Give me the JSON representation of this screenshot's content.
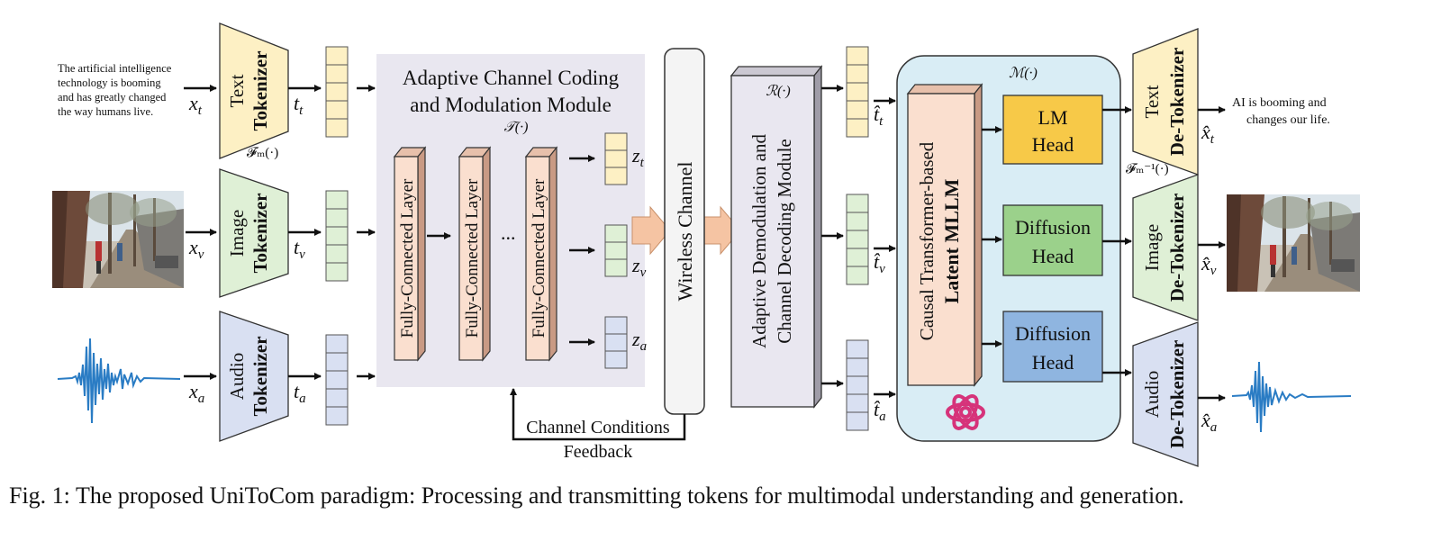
{
  "input_text": {
    "line1": "The artificial intelligence",
    "line2": "technology is booming",
    "line3": "and has greatly changed",
    "line4": "the way humans live."
  },
  "output_text": {
    "line1": "AI is booming and",
    "line2": "changes our life."
  },
  "tokenizers": {
    "text": {
      "top": "Text",
      "bottom": "Tokenizer"
    },
    "image": {
      "top": "Image",
      "bottom": "Tokenizer"
    },
    "audio": {
      "top": "Audio",
      "bottom": "Tokenizer"
    },
    "func": "𝓕ₘ(·)"
  },
  "detokenizers": {
    "text": {
      "top": "Text",
      "bottom": "De-Tokenizer"
    },
    "image": {
      "top": "Image",
      "bottom": "De-Tokenizer"
    },
    "audio": {
      "top": "Audio",
      "bottom": "De-Tokenizer"
    },
    "func": "𝓕ₘ⁻¹(·)"
  },
  "symbols": {
    "x_t": "x",
    "x_t_sub": "t",
    "x_v": "x",
    "x_v_sub": "v",
    "x_a": "x",
    "x_a_sub": "a",
    "t_t": "t",
    "t_t_sub": "t",
    "t_v": "t",
    "t_v_sub": "v",
    "t_a": "t",
    "t_a_sub": "a",
    "z_t": "z",
    "z_t_sub": "t",
    "z_v": "z",
    "z_v_sub": "v",
    "z_a": "z",
    "z_a_sub": "a",
    "th_t": "t̂",
    "th_t_sub": "t",
    "th_v": "t̂",
    "th_v_sub": "v",
    "th_a": "t̂",
    "th_a_sub": "a",
    "xh_t": "x̂",
    "xh_t_sub": "t",
    "xh_v": "x̂",
    "xh_v_sub": "v",
    "xh_a": "x̂",
    "xh_a_sub": "a"
  },
  "encoder_module": {
    "title_line1": "Adaptive Channel Coding",
    "title_line2": "and Modulation Module",
    "func": "𝒯(·)",
    "layer_label": "Fully-Connected Layer",
    "ellipsis": "..."
  },
  "channel": {
    "label": "Wireless Channel",
    "feedback_line1": "Channel Conditions",
    "feedback_line2": "Feedback"
  },
  "decoder_module": {
    "line1": "Adaptive Demodulation and",
    "line2": "Channel Decoding Module",
    "func": "ℛ(·)"
  },
  "mllm": {
    "func": "ℳ(·)",
    "line1": "Causal Transformer-based",
    "line2": "Latent MLLM",
    "heads": [
      {
        "line1": "LM",
        "line2": "Head",
        "color": "#f7c948"
      },
      {
        "line1": "Diffusion",
        "line2": "Head",
        "color": "#9bd18b"
      },
      {
        "line1": "Diffusion",
        "line2": "Head",
        "color": "#8fb5e0"
      }
    ]
  },
  "colors": {
    "text": "#fdf0c4",
    "image": "#dff0d6",
    "audio": "#d9e0f2",
    "module_bg": "#e9e7f0",
    "mllm_bg": "#d9edf5",
    "mllm_core": "#fadfcf",
    "arrow_fill": "#f5c4a3",
    "openai_logo": "#d6337a",
    "waveform": "#2a7cc4"
  },
  "caption": "Fig. 1: The proposed UniToCom paradigm: Processing and transmitting tokens for multimodal understanding and generation."
}
